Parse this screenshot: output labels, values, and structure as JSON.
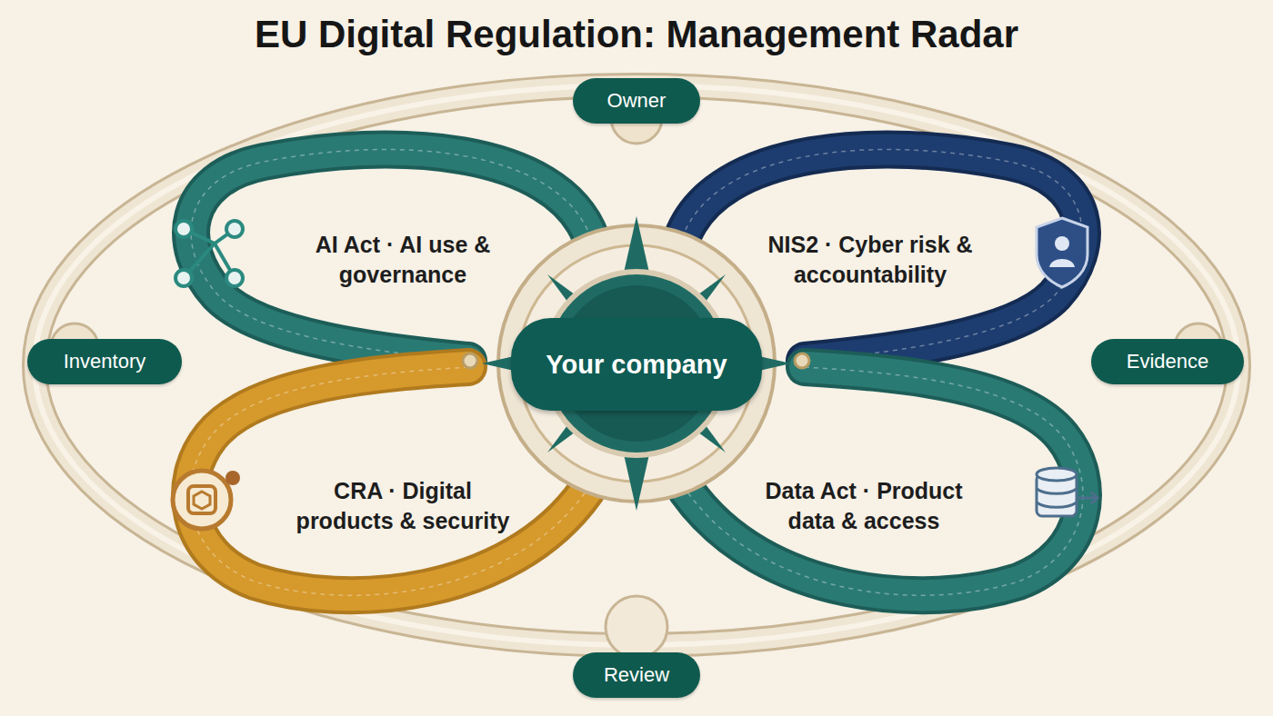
{
  "diagram": {
    "title": "EU Digital Regulation: Management Radar",
    "nodes": [
      {
        "text": [
          "Owner"
        ]
      },
      {
        "text": [
          "AI Act · AI use & governance"
        ]
      },
      {
        "text": [
          "NIS2 · Cyber risk & accountability"
        ]
      },
      {
        "text": [
          "Inventory"
        ]
      },
      {
        "text": [
          "Your company"
        ]
      },
      {
        "text": [
          "Evidence"
        ]
      },
      {
        "text": [
          "CRA · Digital products & security"
        ]
      },
      {
        "text": [
          "Data Act · Product data & access"
        ]
      },
      {
        "text": [
          "Review"
        ]
      }
    ]
  }
}
